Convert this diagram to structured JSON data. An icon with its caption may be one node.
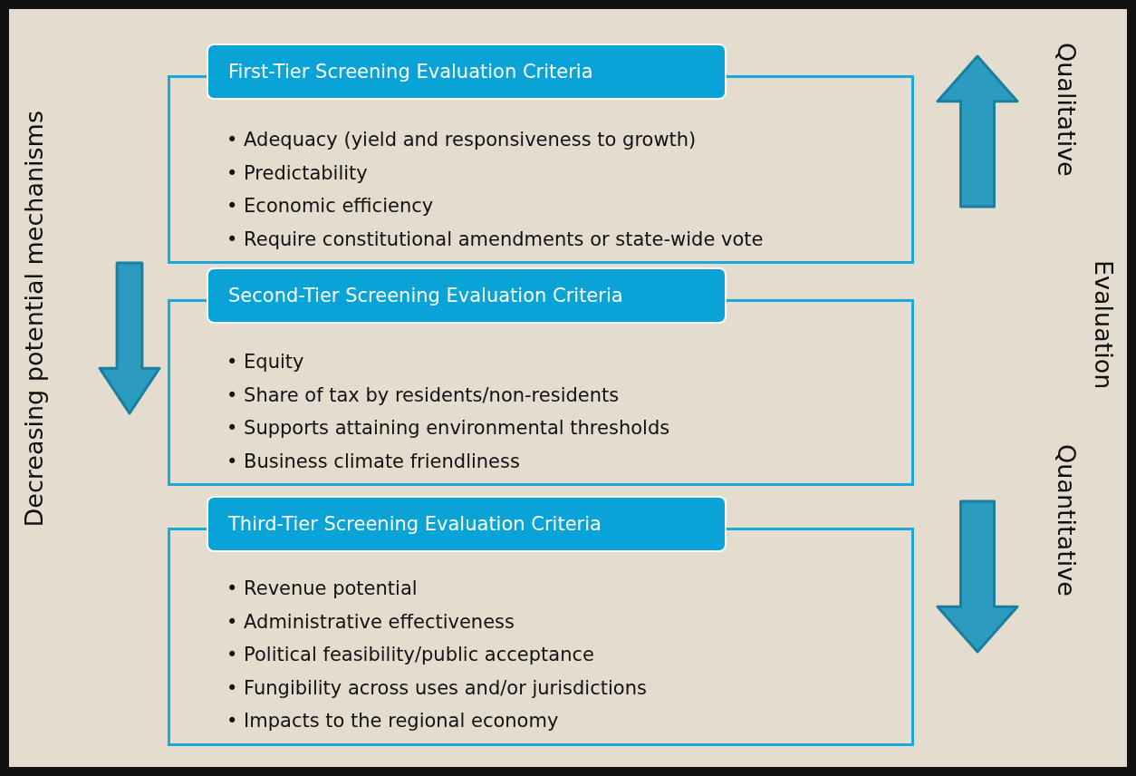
{
  "diagram": {
    "nodes": [
      {
        "text": [
          "First-Tier Screening Evaluation Criteria",
          "• Adequacy (yield and responsiveness to growth)",
          "• Predictability",
          "• Economic efficiency",
          "• Require constitutional amendments or state-wide vote"
        ]
      },
      {
        "text": [
          "Second-Tier Screening Evaluation Criteria",
          "• Equity",
          "• Share of tax by residents/non-residents",
          "• Supports attaining environmental thresholds",
          "• Business climate friendliness"
        ]
      },
      {
        "text": [
          "Third-Tier Screening Evaluation Criteria",
          "• Revenue potential",
          "• Administrative effectiveness",
          "• Political feasibility/public acceptance",
          "• Fungibility across uses and/or jurisdictions",
          "• Impacts to the regional economy"
        ]
      }
    ],
    "labels": [
      "Decreasing potential mechanisms",
      "Qualitative",
      "Evaluation",
      "Quantitative"
    ]
  }
}
